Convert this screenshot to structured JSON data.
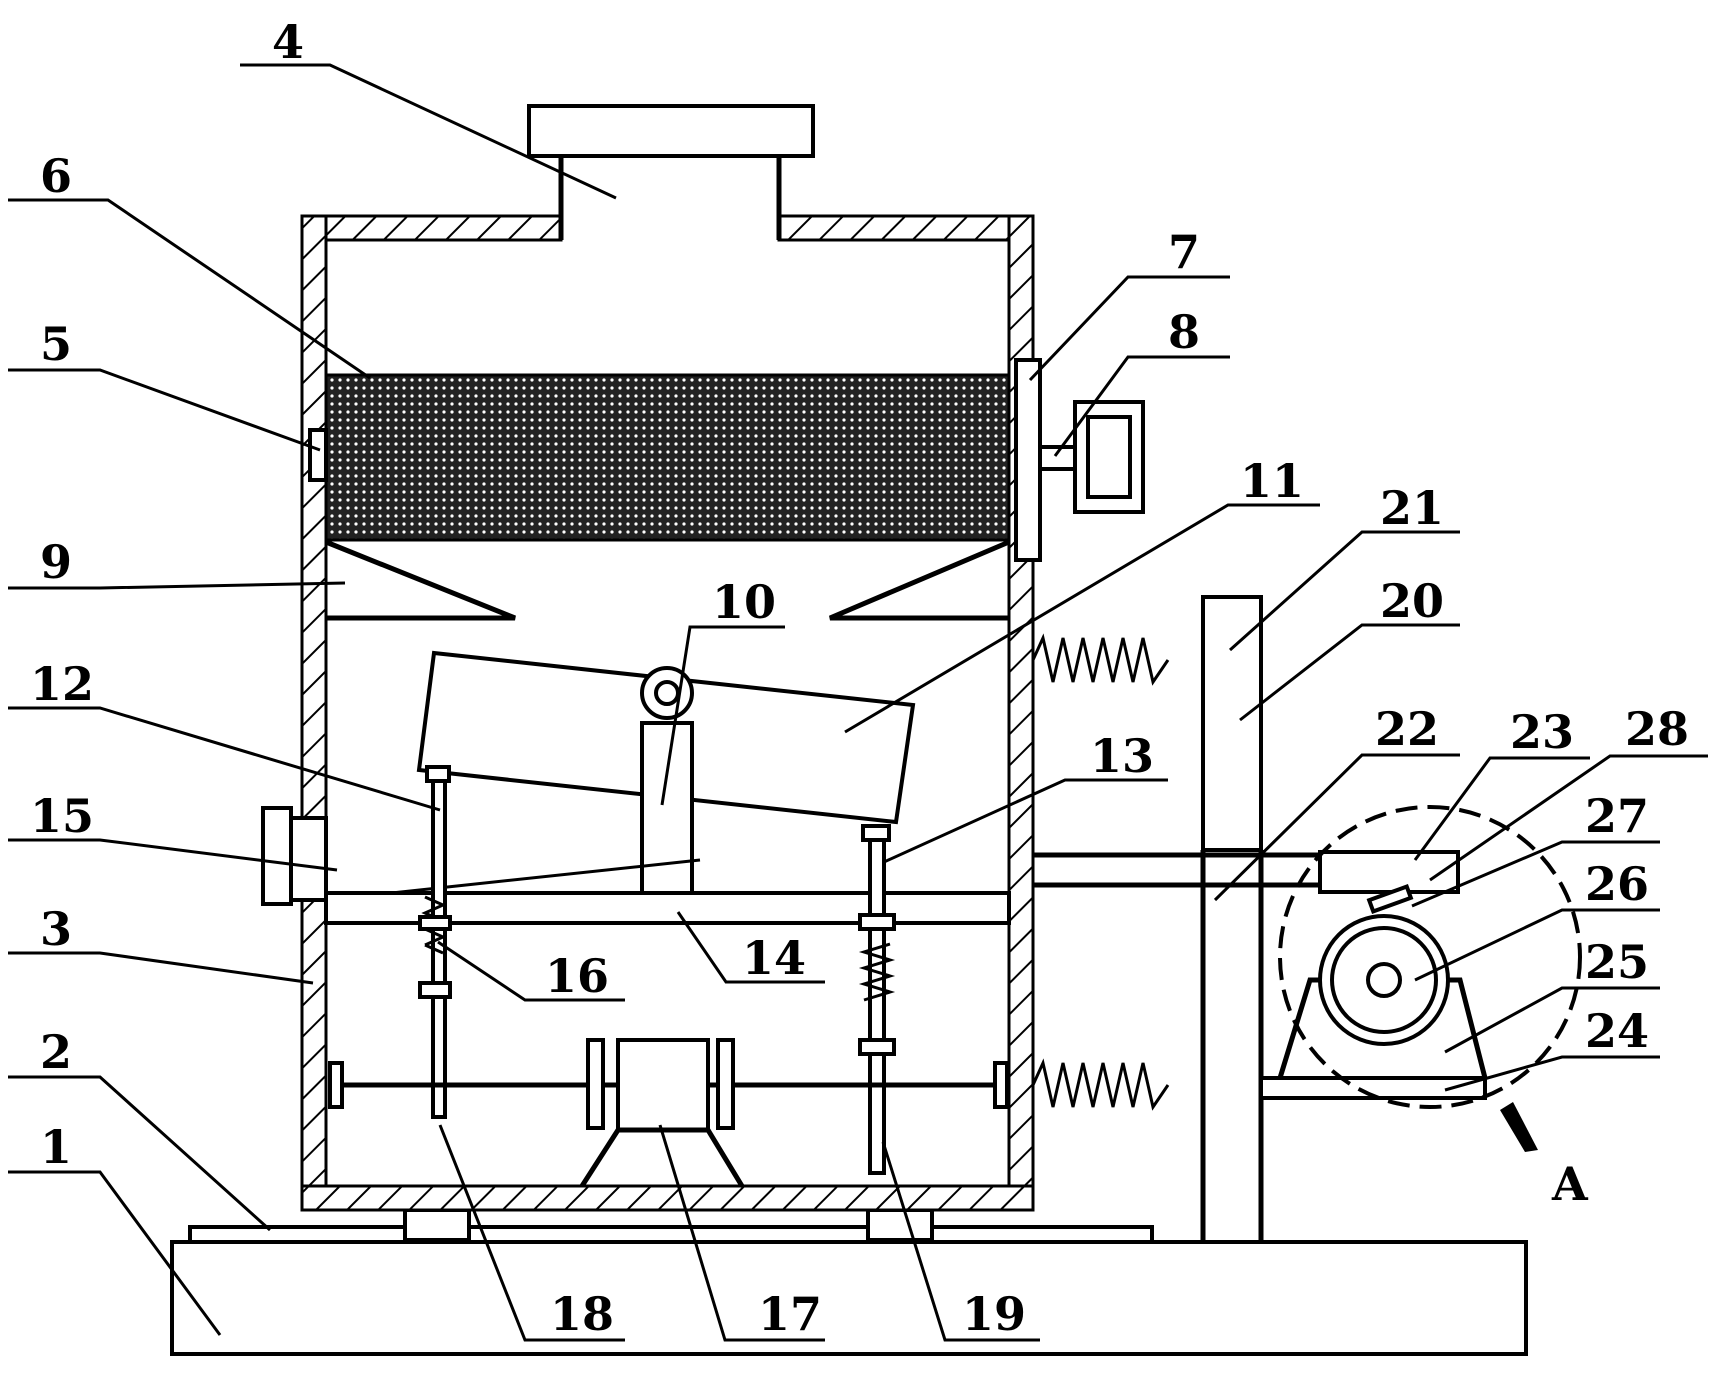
{
  "labels": {
    "l1": "1",
    "l2": "2",
    "l3": "3",
    "l4": "4",
    "l5": "5",
    "l6": "6",
    "l7": "7",
    "l8": "8",
    "l9": "9",
    "l10": "10",
    "l11": "11",
    "l12": "12",
    "l13": "13",
    "l14": "14",
    "l15": "15",
    "l16": "16",
    "l17": "17",
    "l18": "18",
    "l19": "19",
    "l20": "20",
    "l21": "21",
    "l22": "22",
    "l23": "23",
    "l24": "24",
    "l25": "25",
    "l26": "26",
    "l27": "27",
    "l28": "28",
    "lA": "A"
  }
}
